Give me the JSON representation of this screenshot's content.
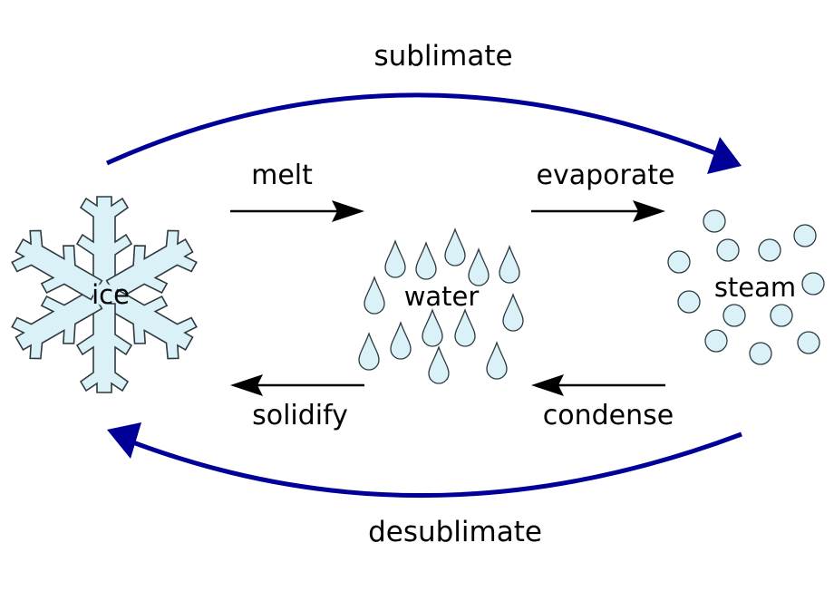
{
  "states": {
    "ice": "ice",
    "water": "water",
    "steam": "steam"
  },
  "transitions": {
    "sublimate": "sublimate",
    "melt": "melt",
    "evaporate": "evaporate",
    "solidify": "solidify",
    "condense": "condense",
    "desublimate": "desublimate"
  },
  "colors": {
    "blue_arrow": "#000099",
    "black_arrow": "#000000",
    "fill_light_blue": "#d9f1f7",
    "outline": "#2f3a40"
  },
  "icons": {
    "ice": "snowflake-icon",
    "water": "water-droplets-icon",
    "steam": "steam-bubbles-icon"
  }
}
